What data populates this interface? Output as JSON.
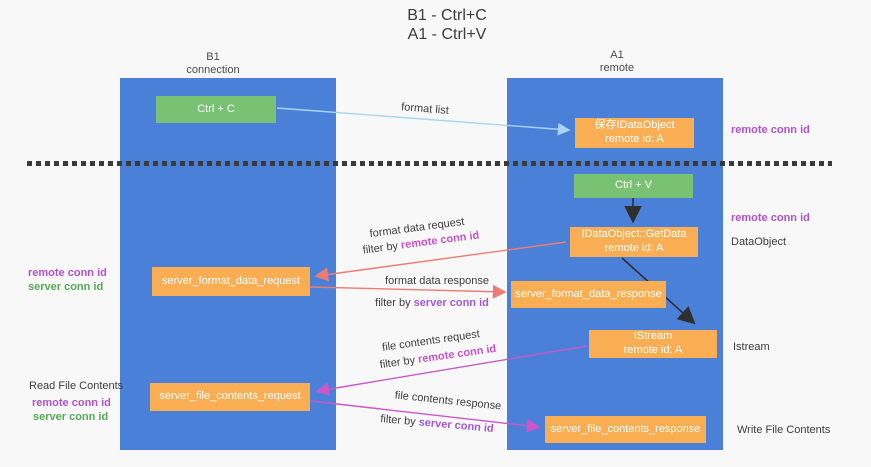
{
  "title": {
    "line1": "B1 - Ctrl+C",
    "line2": "A1 - Ctrl+V"
  },
  "lanes": {
    "b1": {
      "name": "B1",
      "subtitle": "connection"
    },
    "a1": {
      "name": "A1",
      "subtitle": "remote"
    }
  },
  "boxes": {
    "ctrl_c": {
      "label": "Ctrl + C"
    },
    "save_idataobject": {
      "line1": "保存IDataObject",
      "line2": "remote id: A"
    },
    "ctrl_v": {
      "label": "Ctrl + V"
    },
    "idataobject_getdata": {
      "line1": "IDataObject::GetData",
      "line2": "remote id: A"
    },
    "server_format_data_request": {
      "label": "server_format_data_request"
    },
    "server_format_data_response": {
      "label": "server_format_data_response"
    },
    "istream": {
      "line1": "IStream",
      "line2": "remote id: A"
    },
    "server_file_contents_request": {
      "label": "server_file_contents_request"
    },
    "server_file_contents_response": {
      "label": "server_file_contents_response"
    }
  },
  "flow_labels": {
    "format_list": "format list",
    "format_data_request": "format data request",
    "format_data_request_filter_prefix": "filter by ",
    "format_data_request_filter_value": "remote conn id",
    "format_data_response": "format data response",
    "format_data_response_filter_prefix": "filter by ",
    "format_data_response_filter_value": "server conn id",
    "file_contents_request": "file contents request",
    "file_contents_request_filter_prefix": "filter by ",
    "file_contents_request_filter_value": "remote conn id",
    "file_contents_response": "file contents response",
    "file_contents_response_filter_prefix": "filter by ",
    "file_contents_response_filter_value": "server conn id"
  },
  "side_labels": {
    "right_remote_conn_id_top": "remote conn id",
    "right_remote_conn_id_mid": "remote conn id",
    "right_dataobject": "DataObject",
    "right_istream": "Istream",
    "right_write_file_contents": "Write File Contents",
    "left_remote_conn_id_top": "remote conn id",
    "left_server_conn_id_top": "server conn id",
    "left_read_file_contents": "Read File Contents",
    "left_remote_conn_id_bottom": "remote conn id",
    "left_server_conn_id_bottom": "server conn id"
  },
  "colors": {
    "lane_blue": "#4a80d8",
    "box_green": "#79c173",
    "box_orange": "#f9ae54",
    "label_purple": "#b153c8",
    "label_green": "#53ab57",
    "mid_remote_magenta": "#c653c8",
    "mid_server_violet": "#a259cf",
    "arrow_light_blue": "#a9d4f2",
    "arrow_salmon": "#ec7d74",
    "arrow_magenta": "#c957c9",
    "arrow_black": "#2f2f2f",
    "background": "#f8f8f9"
  }
}
